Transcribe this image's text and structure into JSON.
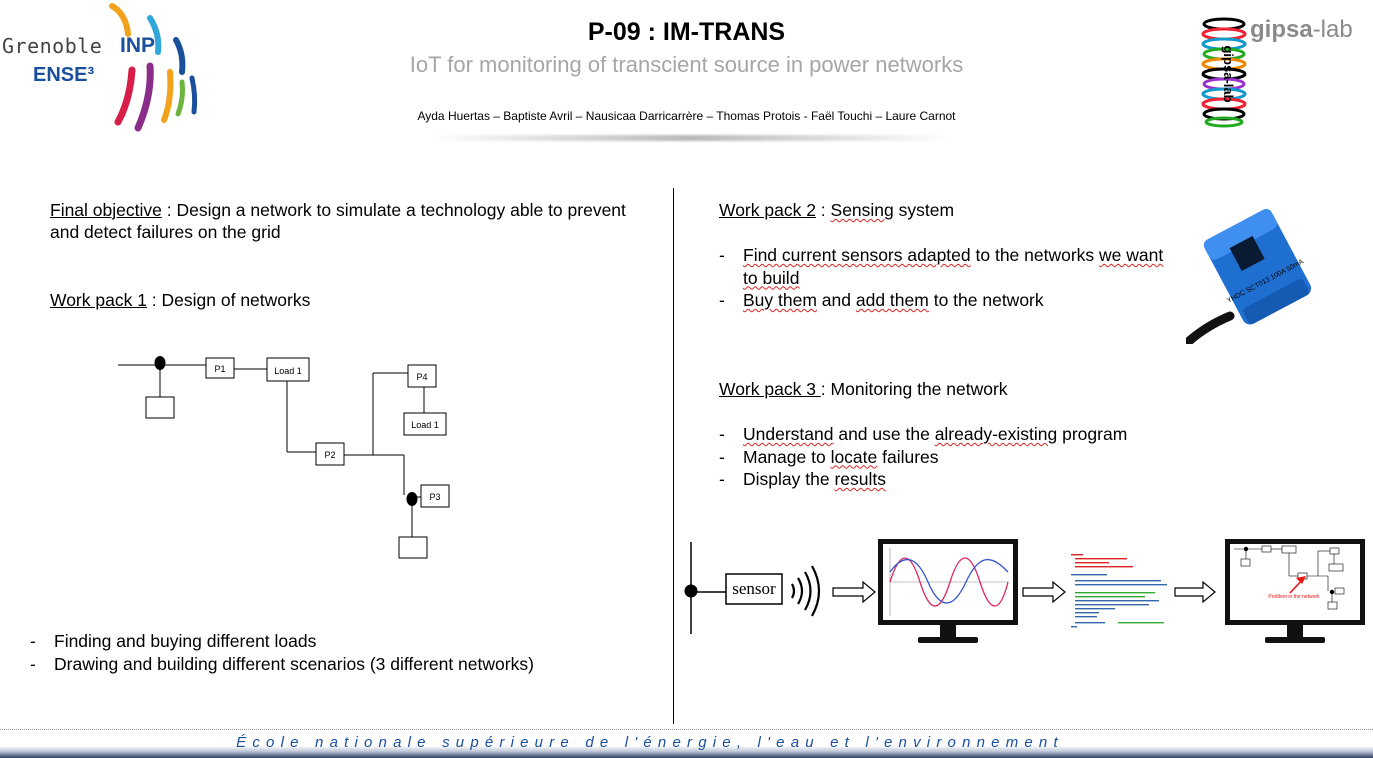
{
  "header": {
    "title": "P-09 : IM-TRANS",
    "subtitle": "IoT for monitoring of transcient source in power networks",
    "authors": "Ayda Huertas – Baptiste Avril – Nausicaa Darricarrère – Thomas Protois - Faël Touchi – Laure Carnot"
  },
  "logos": {
    "left_grenoble": "Grenoble",
    "left_inp": "INP",
    "left_ense": "ENSE³",
    "right_gipsa": "gipsa",
    "right_lab": "-lab",
    "right_ring": "gipsa-lab"
  },
  "left": {
    "final_objective_label": "Final objective",
    "final_objective_text": " : Design a network to simulate a technology able to prevent and detect failures on the grid",
    "wp1_label": "Work pack 1",
    "wp1_text": " : Design of networks",
    "diagram": {
      "p1": "P1",
      "load1_top": "Load 1",
      "p4": "P4",
      "load1_right": "Load 1",
      "p2": "P2",
      "p3": "P3"
    },
    "bullets": [
      "Finding and buying different loads",
      "Drawing and building different scenarios (3 different networks)"
    ]
  },
  "right": {
    "wp2_label": "Work pack 2",
    "wp2_sep": " : ",
    "wp2_title": "Sensing",
    "wp2_rest": " system",
    "wp2_b1_a": "Find current sensors adapted",
    "wp2_b1_b": " to the networks ",
    "wp2_b1_c": "we want to build",
    "wp2_b2_a": "Buy them",
    "wp2_b2_b": " and ",
    "wp2_b2_c": "add them",
    "wp2_b2_d": " to the network",
    "sensor_device": "YHDC SCT013 100A 50mA",
    "wp3_label": "Work pack 3 ",
    "wp3_text": ": Monitoring the network",
    "wp3_b1_a": "Understand",
    "wp3_b1_b": " and use the ",
    "wp3_b1_c": "already-existing",
    "wp3_b1_d": " program",
    "wp3_b2_a": "Manage to ",
    "wp3_b2_b": "locate",
    "wp3_b2_c": " failures",
    "wp3_b3_a": "Display the ",
    "wp3_b3_b": "results",
    "pipeline": {
      "sensor_label": "sensor",
      "problem_label": "Problem in the network"
    }
  },
  "footer": {
    "text": "École nationale supérieure de l'énergie, l'eau et l'environnement"
  },
  "colors": {
    "accent_blue": "#1a4f9c",
    "subtitle_gray": "#a6a6a6",
    "sensor_blue": "#1f6fd1",
    "wave_red": "#e0245e",
    "wave_blue": "#3355cc"
  }
}
